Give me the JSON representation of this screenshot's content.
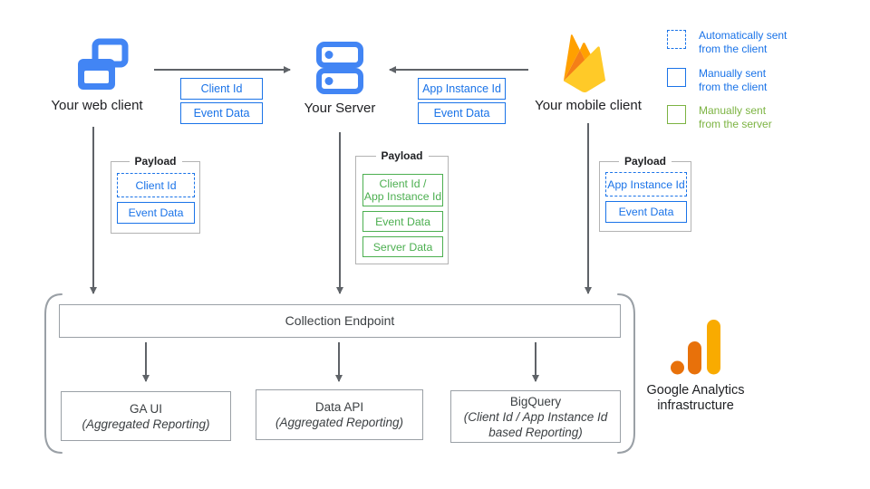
{
  "nodes": {
    "web_client": {
      "label": "Your web client",
      "icon": "web-client-icon"
    },
    "server": {
      "label": "Your Server",
      "icon": "server-icon"
    },
    "mobile_client": {
      "label": "Your mobile client",
      "icon": "firebase-icon"
    }
  },
  "flows": {
    "web_to_server": {
      "labels": [
        "Client Id",
        "Event Data"
      ]
    },
    "mobile_to_server": {
      "labels": [
        "App Instance Id",
        "Event Data"
      ]
    }
  },
  "legend": {
    "items": [
      {
        "label": "Automatically sent\nfrom the client",
        "swatch": "dashed-blue"
      },
      {
        "label": "Manually sent\nfrom the client",
        "swatch": "solid-blue"
      },
      {
        "label": "Manually sent\nfrom the server",
        "swatch": "solid-green"
      }
    ]
  },
  "payloads": [
    {
      "title": "Payload",
      "owner": "web-client",
      "items": [
        {
          "label": "Client Id",
          "style": "dashed-blue"
        },
        {
          "label": "Event Data",
          "style": "solid-blue"
        }
      ]
    },
    {
      "title": "Payload",
      "owner": "server",
      "items": [
        {
          "label": "Client Id /\nApp Instance Id",
          "style": "solid-green"
        },
        {
          "label": "Event Data",
          "style": "solid-green"
        },
        {
          "label": "Server Data",
          "style": "solid-green"
        }
      ]
    },
    {
      "title": "Payload",
      "owner": "mobile-client",
      "items": [
        {
          "label": "App Instance Id",
          "style": "dashed-blue"
        },
        {
          "label": "Event Data",
          "style": "solid-blue"
        }
      ]
    }
  ],
  "infrastructure": {
    "endpoint_label": "Collection Endpoint",
    "outputs": [
      {
        "title": "GA UI",
        "subtitle": "(Aggregated Reporting)"
      },
      {
        "title": "Data API",
        "subtitle": "(Aggregated Reporting)"
      },
      {
        "title": "BigQuery",
        "subtitle": "(Client Id / App Instance Id\nbased Reporting)"
      }
    ],
    "brand": {
      "label": "Google Analytics\ninfrastructure",
      "icon": "google-analytics-icon"
    }
  },
  "colors": {
    "icon_blue": "#4285F4",
    "box_blue": "#1A73E8",
    "box_green": "#4CAF50",
    "legend_green": "#7CB342",
    "arrow_gray": "#5F6368",
    "border_gray": "#9AA0A6",
    "firebase_orange": "#FFA000",
    "firebase_dark_orange": "#F57F17",
    "firebase_amber": "#FFCA28",
    "ga_orange": "#E8710A",
    "ga_amber": "#F9AB00"
  }
}
